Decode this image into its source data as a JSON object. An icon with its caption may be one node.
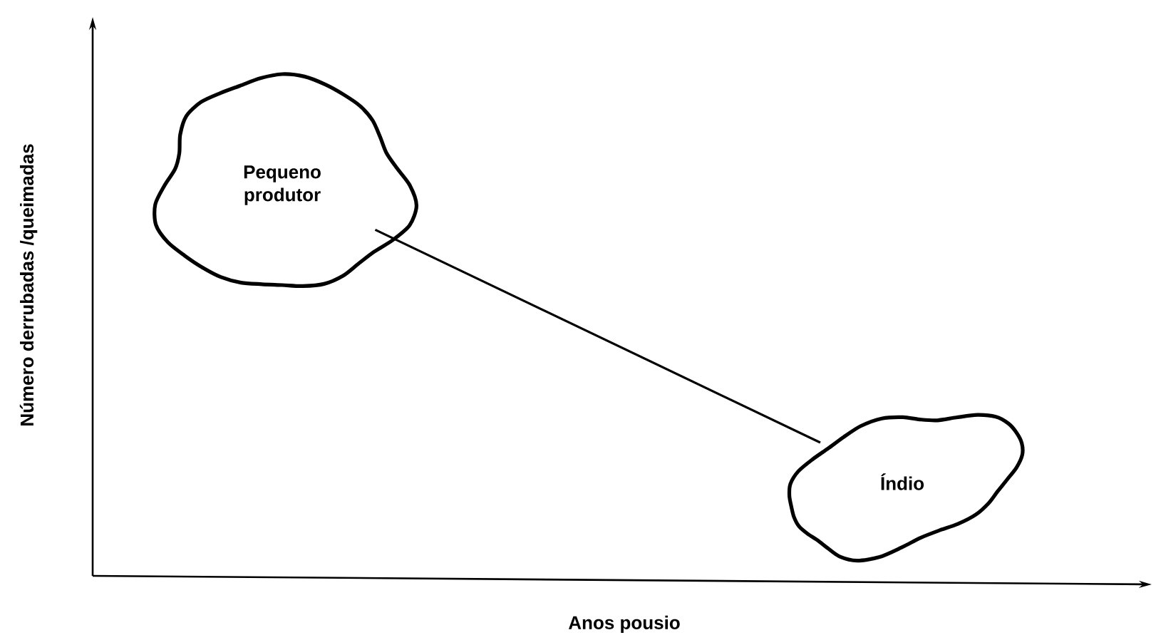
{
  "diagram": {
    "nodes": [
      {
        "text": [
          "Pequeno produtor"
        ]
      },
      {
        "text": [
          "Índio"
        ]
      }
    ],
    "edges": [
      {
        "from": 0,
        "to": 1,
        "arrow": "none"
      }
    ],
    "labels": [
      "Número derrubadas /queimadas",
      "Anos pousio"
    ]
  }
}
